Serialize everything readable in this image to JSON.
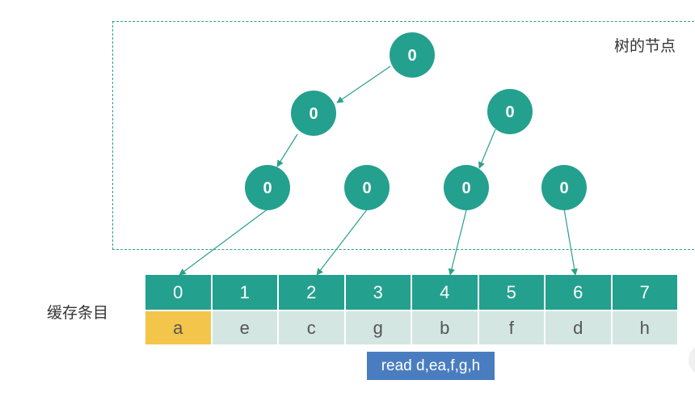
{
  "tree_label": "树的节点",
  "cache_label": "缓存条目",
  "read_label": "read d,ea,f,g,h",
  "colors": {
    "node": "#24a08e",
    "edge": "#2aa08c",
    "highlight": "#f3c54b",
    "cell": "#d3e6e2",
    "read": "#4a7dc0"
  },
  "nodes": [
    "0",
    "0",
    "0",
    "0",
    "0",
    "0",
    "0"
  ],
  "cache": {
    "indices": [
      "0",
      "1",
      "2",
      "3",
      "4",
      "5",
      "6",
      "7"
    ],
    "values": [
      "a",
      "e",
      "c",
      "g",
      "b",
      "f",
      "d",
      "h"
    ],
    "highlighted_index": 0
  }
}
